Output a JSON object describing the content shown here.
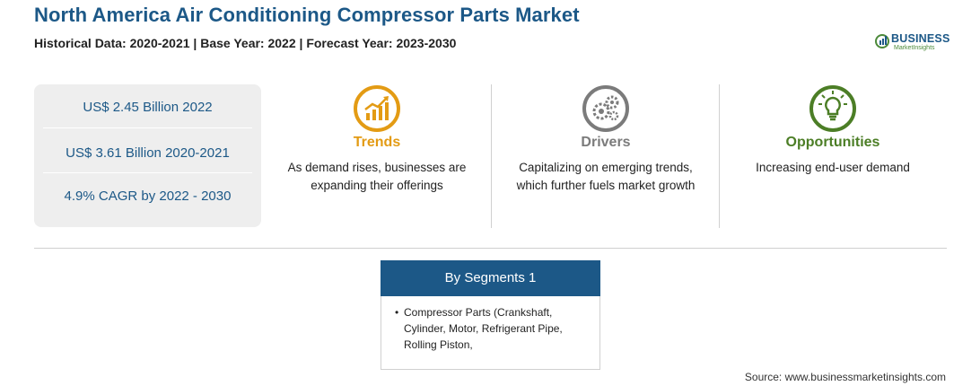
{
  "header": {
    "title": "North America Air Conditioning Compressor Parts Market",
    "subtitle": "Historical Data: 2020-2021 | Base Year: 2022 | Forecast Year: 2023-2030"
  },
  "logo": {
    "word": "BUSINESS",
    "sub": "MarketInsights"
  },
  "stats": {
    "stat_1": "US$ 2.45 Billion 2022",
    "stat_2": "US$ 3.61 Billion 2020-2021",
    "stat_3": "4.9% CAGR by 2022 - 2030"
  },
  "columns": {
    "trends": {
      "heading": "Trends",
      "text": "As demand rises, businesses are expanding their offerings",
      "icon": "rising-chart-icon",
      "color": "#e39b14"
    },
    "drivers": {
      "heading": "Drivers",
      "text": "Capitalizing on emerging trends, which further fuels market growth",
      "icon": "gears-icon",
      "color": "#7b7b7b"
    },
    "opportunities": {
      "heading": "Opportunities",
      "text": "Increasing end-user demand",
      "icon": "lightbulb-icon",
      "color": "#4c7e26"
    }
  },
  "segments": {
    "header": "By Segments 1",
    "item_1": "Compressor Parts (Crankshaft, Cylinder, Motor, Refrigerant Pipe, Rolling Piston,"
  },
  "footer": {
    "source": "Source: www.businessmarketinsights.com"
  },
  "colors": {
    "brand_blue": "#1c5887",
    "panel_grey": "#eeeeee"
  }
}
